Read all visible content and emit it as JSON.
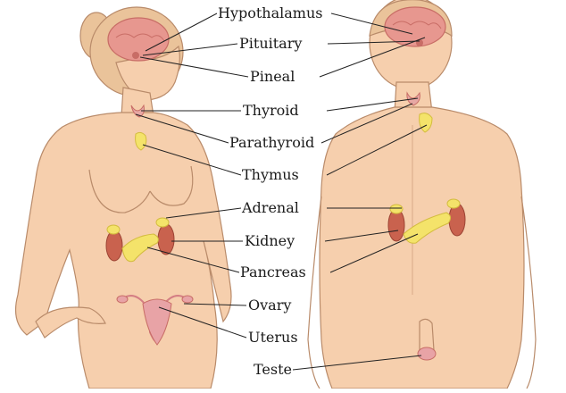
{
  "labels": {
    "hypothalamus": "Hypothalamus",
    "pituitary": "Pituitary",
    "pineal": "Pineal",
    "thyroid": "Thyroid",
    "parathyroid": "Parathyroid",
    "thymus": "Thymus",
    "adrenal": "Adrenal",
    "kidney": "Kidney",
    "pancreas": "Pancreas",
    "ovary": "Ovary",
    "uterus": "Uterus",
    "teste": "Teste"
  },
  "colors": {
    "skin": "#f6cfad",
    "skin_outline": "#b98b6a",
    "hair": "#eac39a",
    "brain": "#e7978f",
    "brain_outline": "#c86d66",
    "gland_yellow": "#f4e36a",
    "kidney": "#c9624e",
    "reproductive": "#e8a3a6",
    "leader_line": "#222222"
  }
}
